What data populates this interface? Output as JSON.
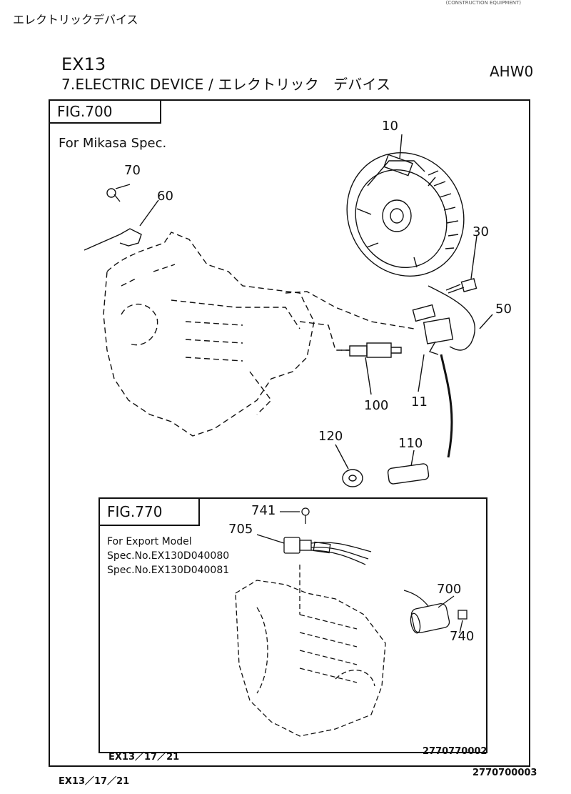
{
  "header": {
    "jp_title": "エレクトリックデバイス",
    "corner_text": "(CONSTRUCTION EQUIPMENT)",
    "model": "EX13",
    "section_title": "7.ELECTRIC DEVICE  /  エレクトリック　デバイス",
    "code": "AHW0"
  },
  "fig700": {
    "label": "FIG.700",
    "spec": "For Mikasa Spec.",
    "parts": {
      "p10": "10",
      "p30": "30",
      "p50": "50",
      "p60": "60",
      "p70": "70",
      "p100": "100",
      "p11": "11",
      "p110": "110",
      "p120": "120"
    }
  },
  "fig770": {
    "label": "FIG.770",
    "export_title": "For Export Model",
    "spec1": "Spec.No.EX130D040080",
    "spec2": "Spec.No.EX130D040081",
    "parts": {
      "p741": "741",
      "p705": "705",
      "p700": "700",
      "p740": "740"
    },
    "footer_left": "EX13／17／21",
    "footer_right": "2770770002"
  },
  "page_footer": {
    "left": "EX13／17／21",
    "right": "2770700003"
  }
}
